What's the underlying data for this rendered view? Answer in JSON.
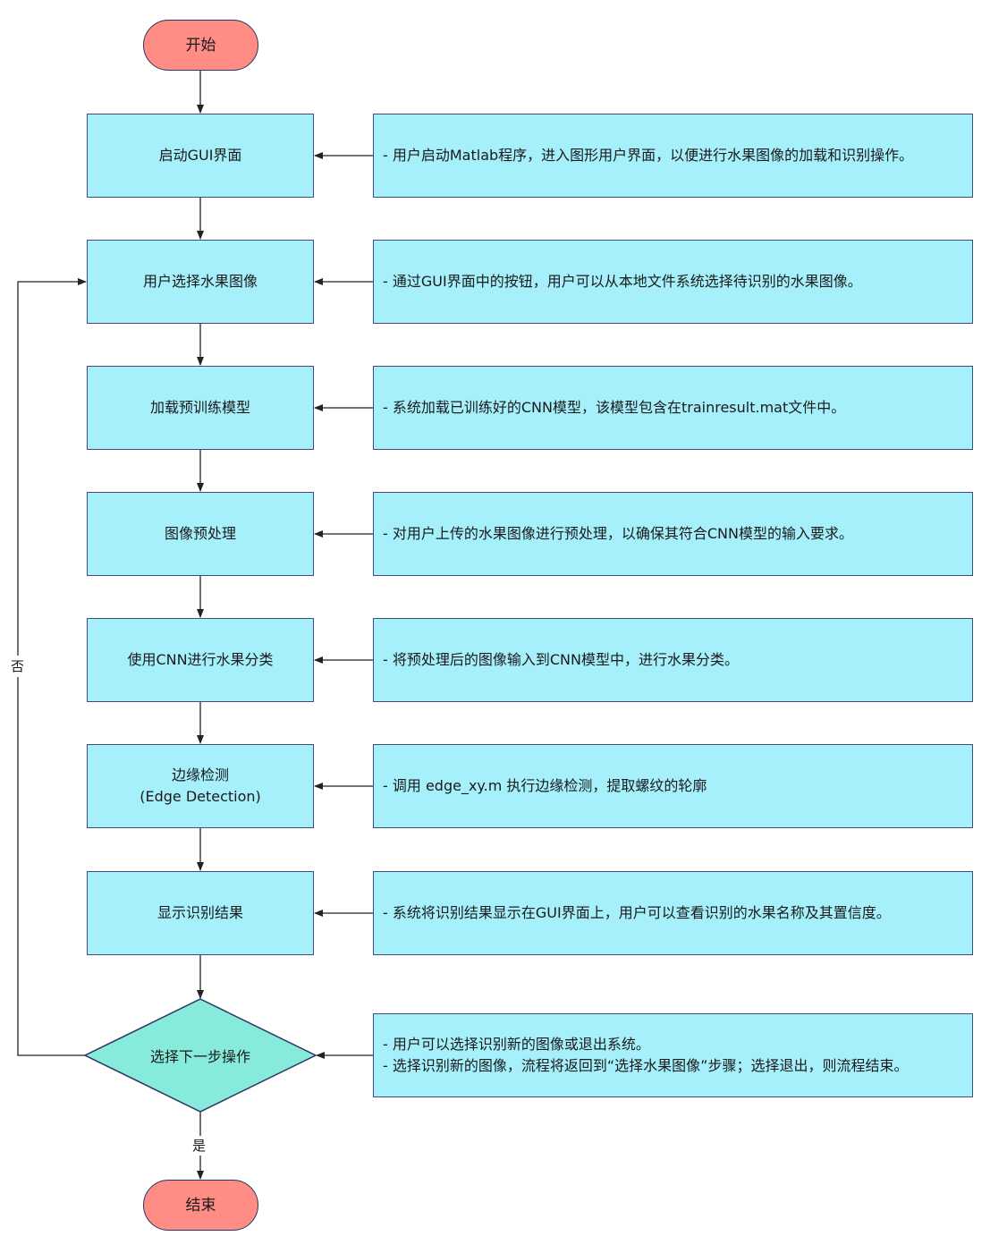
{
  "colors": {
    "process_fill": "#a6f0fc",
    "terminal_fill": "#ff8c85",
    "decision_fill": "#86ebdb",
    "stroke": "#3d4e78",
    "line": "#222222"
  },
  "start": {
    "label": "开始"
  },
  "end": {
    "label": "结束"
  },
  "steps": [
    {
      "label": "启动GUI界面",
      "note": "- 用户启动Matlab程序，进入图形用户界面，以便进行水果图像的加载和识别操作。"
    },
    {
      "label": "用户选择水果图像",
      "note": "- 通过GUI界面中的按钮，用户可以从本地文件系统选择待识别的水果图像。"
    },
    {
      "label": "加载预训练模型",
      "note": "- 系统加载已训练好的CNN模型，该模型包含在trainresult.mat文件中。"
    },
    {
      "label": "图像预处理",
      "note": "- 对用户上传的水果图像进行预处理，以确保其符合CNN模型的输入要求。"
    },
    {
      "label": "使用CNN进行水果分类",
      "note": "- 将预处理后的图像输入到CNN模型中，进行水果分类。"
    },
    {
      "label": "边缘检测",
      "label_line2": "(Edge Detection)",
      "note": "- 调用 edge_xy.m 执行边缘检测，提取螺纹的轮廓"
    },
    {
      "label": "显示识别结果",
      "note": "- 系统将识别结果显示在GUI界面上，用户可以查看识别的水果名称及其置信度。"
    }
  ],
  "decision": {
    "label": "选择下一步操作",
    "note_lines": [
      "- 用户可以选择识别新的图像或退出系统。",
      "- 选择识别新的图像，流程将返回到“选择水果图像”步骤；选择退出，则流程结束。"
    ],
    "yes_label": "是",
    "no_label": "否"
  }
}
